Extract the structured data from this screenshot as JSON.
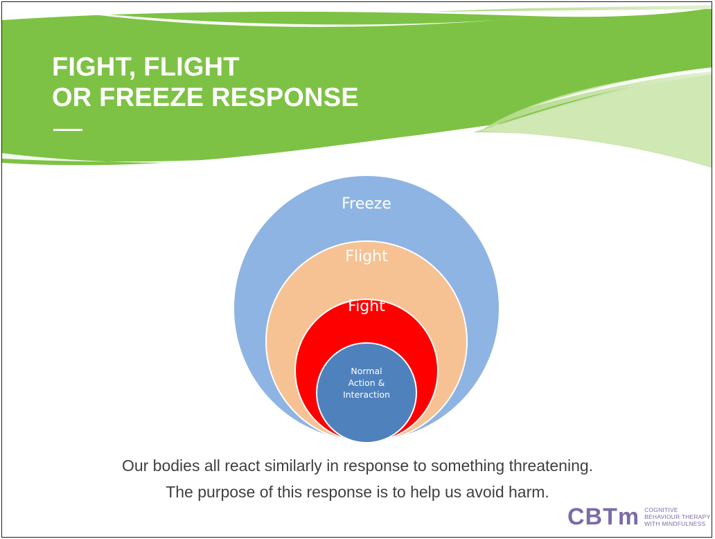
{
  "slide": {
    "title_line1": "FIGHT, FLIGHT",
    "title_line2": "OR FREEZE RESPONSE",
    "body_line1": "Our bodies all react similarly in response to something threatening.",
    "body_line2": "The purpose of this response is to help us avoid harm."
  },
  "diagram": {
    "rings": [
      {
        "label": "Freeze",
        "color": "#8eb4e3"
      },
      {
        "label": "Flight",
        "color": "#f6c294"
      },
      {
        "label": "Fight",
        "color": "#ff0000"
      },
      {
        "label_lines": [
          "Normal",
          "Action &",
          "Interaction"
        ],
        "color": "#4f81bd"
      }
    ]
  },
  "logo": {
    "mark": "CBT",
    "mark_suffix": "m",
    "tagline_line1": "COGNITIVE BEHAVIOUR THERAPY",
    "tagline_line2": "WITH MINDFULNESS"
  },
  "colors": {
    "banner_green": "#7ec245",
    "banner_light_green": "#c7e4a6",
    "text_gray": "#3f3f3f",
    "logo_purple": "#7b6ba7"
  }
}
